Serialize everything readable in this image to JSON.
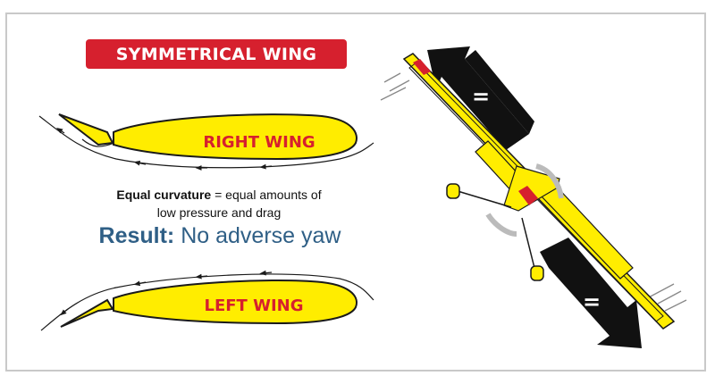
{
  "title": "SYMMETRICAL WING",
  "right_wing_label": "RIGHT WING",
  "left_wing_label": "LEFT WING",
  "caption": {
    "bold": "Equal curvature",
    "rest": " = equal amounts of",
    "line2": "low pressure and drag"
  },
  "result": {
    "label": "Result:",
    "text": " No adverse yaw"
  },
  "arrow_top_symbol": "=",
  "arrow_bottom_symbol": "=",
  "colors": {
    "wing_yellow": "#ffed00",
    "accent_red": "#d6202e",
    "result_blue": "#2f5f86",
    "outline": "#1a1a1a"
  }
}
